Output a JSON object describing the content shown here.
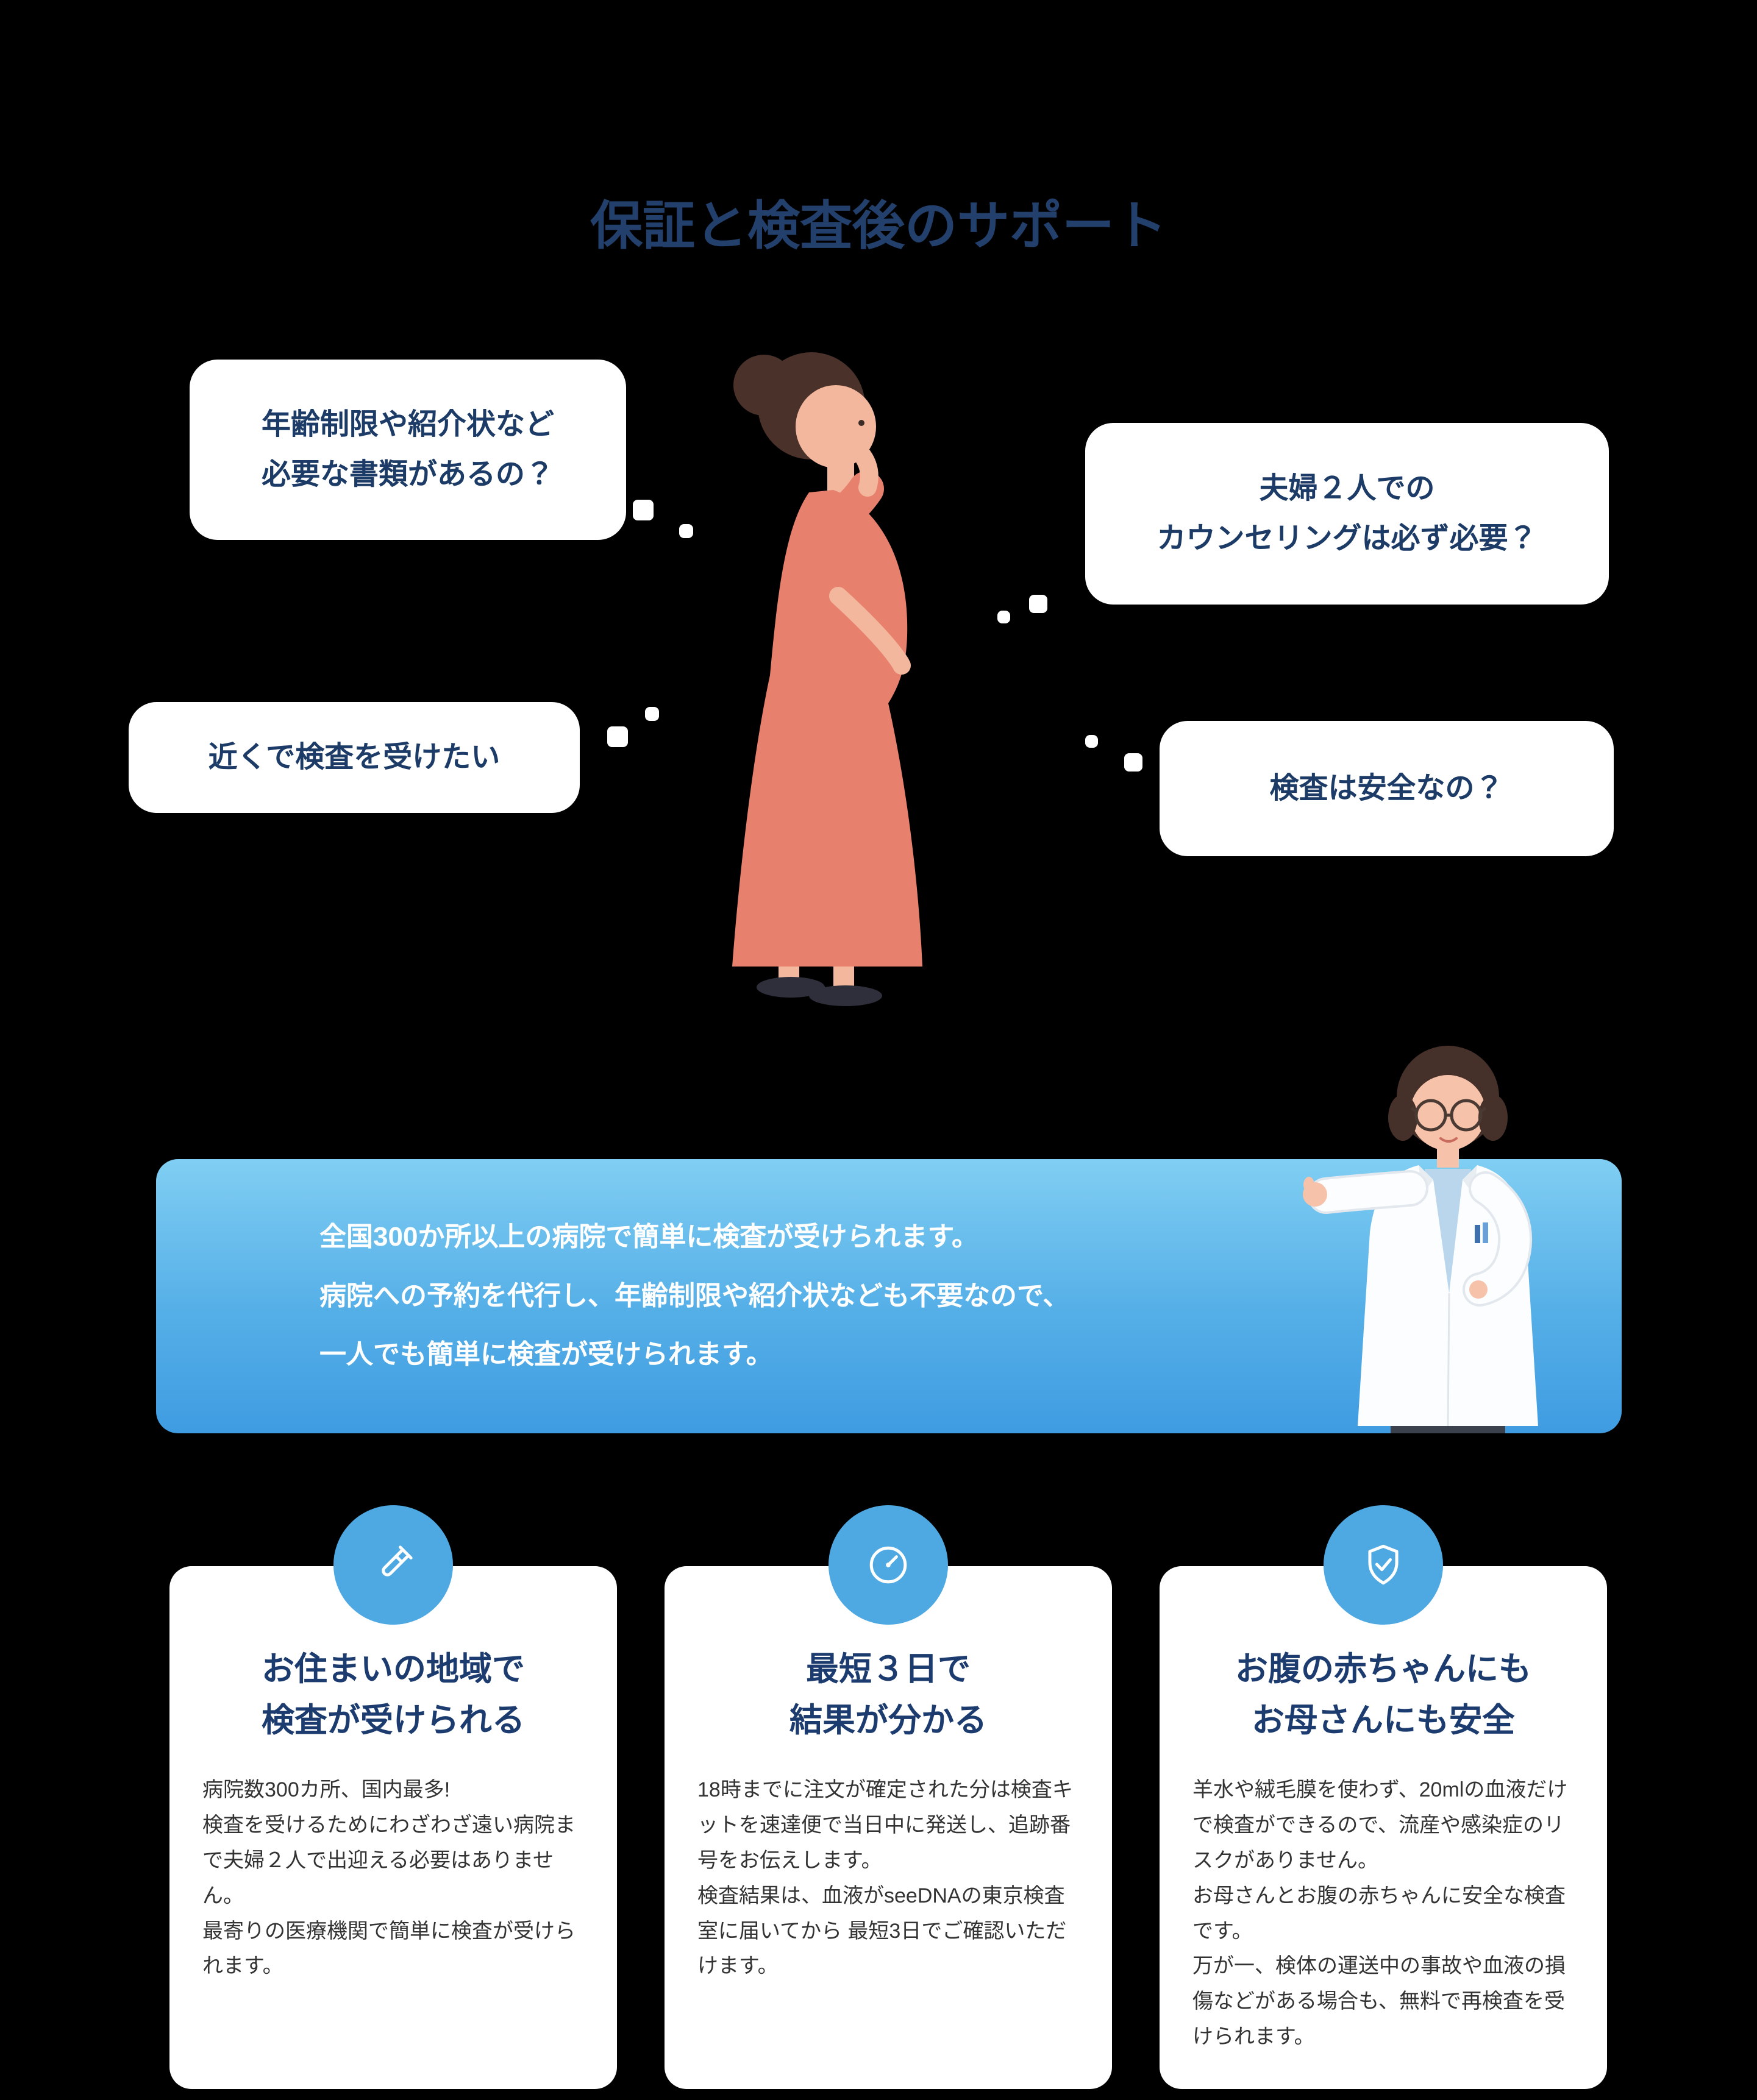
{
  "page": {
    "title": "保証と検査後のサポート"
  },
  "bubbles": [
    {
      "text": "年齢制限や紹介状など\n必要な書類があるの？"
    },
    {
      "text": "近くで検査を受けたい"
    },
    {
      "text": "夫婦２人での\nカウンセリングは必ず必要？"
    },
    {
      "text": "検査は安全なの？"
    }
  ],
  "info_box": {
    "text": "全国300か所以上の病院で簡単に検査が受けられます。\n病院への予約を代行し、年齢制限や紹介状なども不要なので、\n一人でも簡単に検査が受けられます。"
  },
  "cards": [
    {
      "icon": "test-tube",
      "title": "お住まいの地域で\n検査が受けられる",
      "body": "病院数300カ所、国内最多!\n検査を受けるためにわざわざ遠い病院まで夫婦２人で出迎える必要はありません。\n最寄りの医療機関で簡単に検査が受けられます。"
    },
    {
      "icon": "gauge",
      "title": "最短３日で\n結果が分かる",
      "body": "18時までに注文が確定された分は検査キットを速達便で当日中に発送し、追跡番号をお伝えします。\n検査結果は、血液がseeDNAの東京検査室に届いてから 最短3日でご確認いただけます。"
    },
    {
      "icon": "shield-check",
      "title": "お腹の赤ちゃんにも\nお母さんにも安全",
      "body": "羊水や絨毛膜を使わず、20mlの血液だけで検査ができるので、流産や感染症のリスクがありません。\nお母さんとお腹の赤ちゃんに安全な検査です。\n万が一、検体の運送中の事故や血液の損傷などがある場合も、無料で再検査を受けられます。"
    }
  ],
  "colors": {
    "background": "#000000",
    "accent_blue": "#4ea9e2",
    "box_gradient_top": "#80cef3",
    "box_gradient_bottom": "#3f9ce1",
    "navy_text": "#1c3b6e",
    "dress_coral": "#e8806e"
  },
  "illustrations": {
    "center": "pregnant-woman",
    "right": "female-doctor"
  }
}
